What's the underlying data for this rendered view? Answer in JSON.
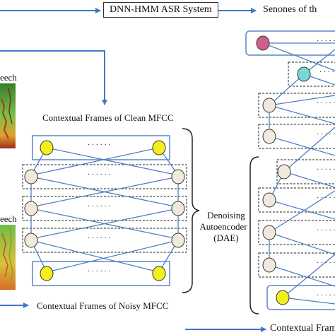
{
  "labels": {
    "asr_system": "DNN-HMM ASR System",
    "senones": "Senones of th",
    "speech_top": "eech",
    "speech_bottom": "eech",
    "clean_frames": "Contextual Frames of Clean MFCC",
    "noisy_frames": "Contextual Frames of Noisy MFCC",
    "dae_line1": "Denoising",
    "dae_line2": "Autoencoder",
    "dae_line3": "(DAE)",
    "contextual_frame_right": "Contextual Fram",
    "dots": "· · · · · ·"
  },
  "colors": {
    "arrow_blue": "#3f79c3",
    "node_yellow": "#f3ef1d",
    "node_beige": "#efeadb",
    "node_pink": "#cf5f86",
    "node_cyan": "#78d9d4",
    "spectrogram_green": "#5aa33a",
    "spectrogram_orange": "#e08a2a"
  }
}
